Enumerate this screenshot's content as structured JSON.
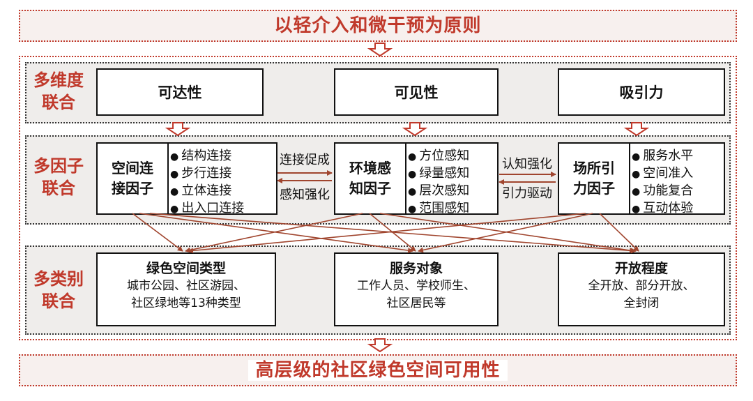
{
  "top_banner": "以轻介入和微干预为原则",
  "bottom_banner": "高层级的社区绿色空间可用性",
  "dimension_row": {
    "label": [
      "多维度",
      "联合"
    ],
    "boxes": [
      "可达性",
      "可见性",
      "吸引力"
    ]
  },
  "factor_row": {
    "label": [
      "多因子",
      "联合"
    ],
    "factors": [
      {
        "name": [
          "空间连",
          "接因子"
        ],
        "items": [
          "结构连接",
          "步行连接",
          "立体连接",
          "出入口连接"
        ]
      },
      {
        "name": [
          "环境感",
          "知因子"
        ],
        "items": [
          "方位感知",
          "绿量感知",
          "层次感知",
          "范围感知"
        ]
      },
      {
        "name": [
          "场所引",
          "力因子"
        ],
        "items": [
          "服务水平",
          "空间准入",
          "功能复合",
          "互动体验"
        ]
      }
    ],
    "relations": [
      {
        "forward": "连接促成",
        "backward": "感知强化"
      },
      {
        "forward": "认知强化",
        "backward": "引力驱动"
      }
    ]
  },
  "category_row": {
    "label": [
      "多类别",
      "联合"
    ],
    "boxes": [
      {
        "title": "绿色空间类型",
        "desc": [
          "城市公园、社区游园、",
          "社区绿地等13种类型"
        ]
      },
      {
        "title": "服务对象",
        "desc": [
          "工作人员、学校师生、",
          "社区居民等"
        ]
      },
      {
        "title": "开放程度",
        "desc": [
          "全开放、部分开放、",
          "全封闭"
        ]
      }
    ]
  },
  "colors": {
    "accent": "#c0392b",
    "line": "#a0452e",
    "panel": "#efedeb"
  }
}
